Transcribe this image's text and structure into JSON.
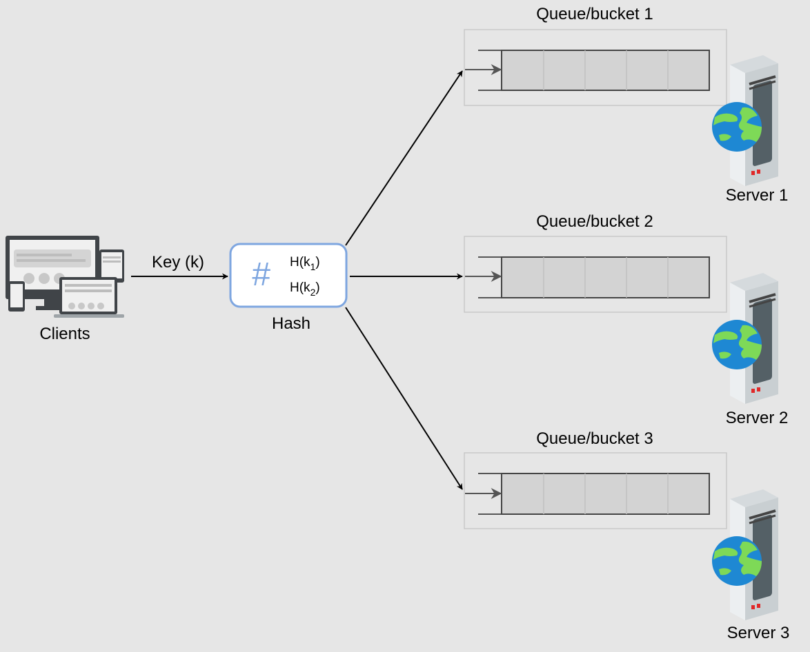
{
  "clients": {
    "label": "Clients",
    "icon": "devices-icon"
  },
  "edge_key": {
    "label": "Key (k)"
  },
  "hash": {
    "label": "Hash",
    "symbol": "#",
    "line1": {
      "prefix": "H(k",
      "sub": "1",
      "suffix": ")"
    },
    "line2": {
      "prefix": "H(k",
      "sub": "2",
      "suffix": ")"
    },
    "icon": "hash-icon"
  },
  "queues": [
    {
      "label": "Queue/bucket 1"
    },
    {
      "label": "Queue/bucket 2"
    },
    {
      "label": "Queue/bucket 3"
    }
  ],
  "servers": [
    {
      "label": "Server 1",
      "icon": "server-globe-icon"
    },
    {
      "label": "Server 2",
      "icon": "server-globe-icon"
    },
    {
      "label": "Server 3",
      "icon": "server-globe-icon"
    }
  ],
  "colors": {
    "background": "#e6e6e6",
    "hash_border": "#7ea6e0",
    "hash_fill": "#ffffff",
    "hash_symbol": "#7ea6e0",
    "queue_cell": "#d3d3d3",
    "queue_border": "#cccccc",
    "server_body": "#e8ecee",
    "globe_ocean": "#1e88d3",
    "globe_land": "#7ed957",
    "led": "#e02828"
  }
}
